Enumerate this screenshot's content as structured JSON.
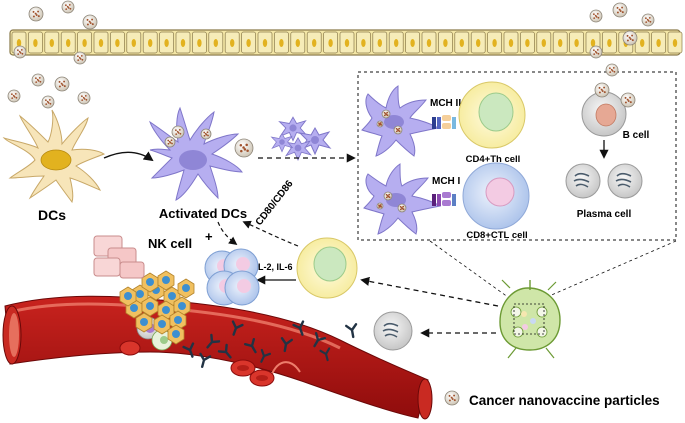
{
  "labels": {
    "dcs": "DCs",
    "activated_dcs": "Activated DCs",
    "cd80_cd86": "CD80/CD86",
    "mhc_ii": "MCH II",
    "mhc_i": "MCH I",
    "cd4_th": "CD4+Th cell",
    "cd8_ctl": "CD8+CTL cell",
    "b_cell": "B cell",
    "plasma_cell": "Plasma cell",
    "nk_cell": "NK cell",
    "il": "IL-2, IL-6",
    "plus": "+",
    "legend_nanovaccine": "Cancer nanovaccine particles"
  },
  "colors": {
    "epithelium": "#f3e6a6",
    "epithelium_line": "#8a7a4a",
    "dc_body": "#f7e5b9",
    "dc_nucleus": "#e2b21f",
    "activated_dc": "#b6aef0",
    "activated_dc_dark": "#8f86d6",
    "th_cell": "#fbf3b8",
    "th_nucleus": "#bfe3b2",
    "ctl_cell": "#c9d9f4",
    "ctl_nucleus": "#f2c8e2",
    "b_cell": "#dedede",
    "b_nucleus": "#e6a894",
    "nk_cell": "#f8d6d6",
    "vessel": "#b31414",
    "vessel_light": "#ed7d6c",
    "tumor_cell": "#f0c060",
    "tumor_nucleus": "#3d8fd0",
    "antibody": "#223344",
    "lymph_node": "#cfe6a8",
    "lymph_node_line": "#6c9a34",
    "particle": "#e9e3d8"
  },
  "icons": [
    "nanovaccine-particle-icon",
    "antibody-icon",
    "dendritic-cell-icon",
    "lymph-node-icon",
    "blood-vessel-icon"
  ]
}
